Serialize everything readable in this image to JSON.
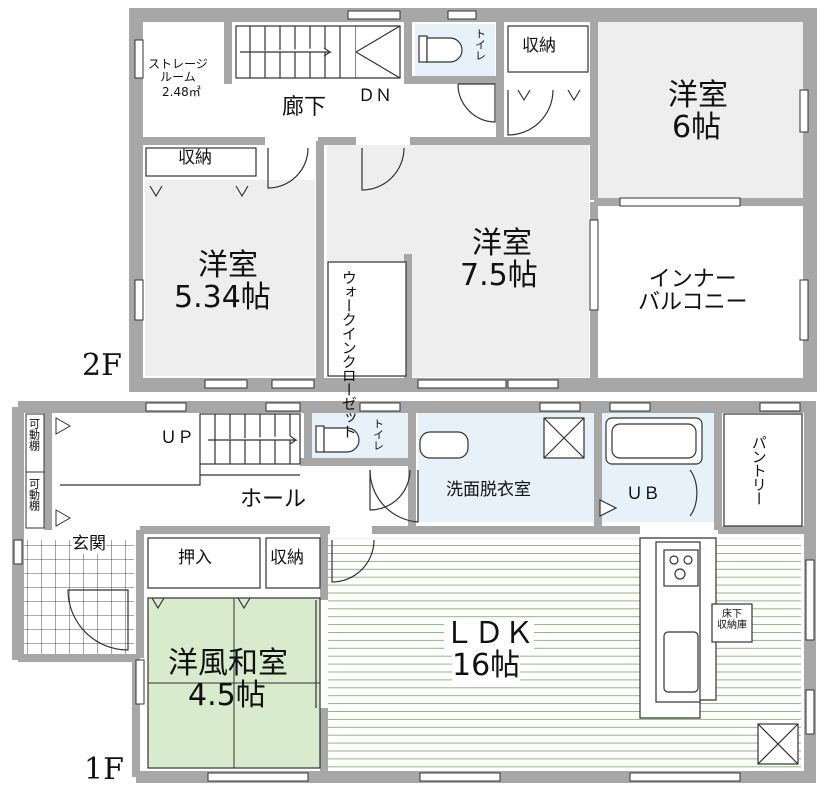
{
  "floors": {
    "f2": {
      "label": "2F",
      "rooms": {
        "storage": {
          "name": "ストレージ\nルーム",
          "size": "2.48㎡"
        },
        "hallway": {
          "name": "廊下"
        },
        "stairs_down": {
          "name": "ＤＮ"
        },
        "toilet": {
          "name": "トイレ"
        },
        "closet_top": {
          "name": "収納"
        },
        "western_6": {
          "name": "洋室",
          "size": "6帖"
        },
        "closet_left": {
          "name": "収納"
        },
        "western_534": {
          "name": "洋室",
          "size": "5.34帖"
        },
        "western_75": {
          "name": "洋室",
          "size": "7.5帖"
        },
        "walk_in_closet": {
          "name": "ウォークインクローゼット"
        },
        "inner_balcony": {
          "name": "インナー\nバルコニー"
        }
      }
    },
    "f1": {
      "label": "1F",
      "rooms": {
        "movable_shelf_1": {
          "name": "可動棚"
        },
        "movable_shelf_2": {
          "name": "可動棚"
        },
        "stairs_up": {
          "name": "ＵＰ"
        },
        "toilet": {
          "name": "トイレ"
        },
        "washroom": {
          "name": "洗面脱衣室"
        },
        "bath": {
          "name": "ＵＢ"
        },
        "pantry": {
          "name": "パントリー"
        },
        "hall": {
          "name": "ホール"
        },
        "entrance": {
          "name": "玄関"
        },
        "oshiire": {
          "name": "押入"
        },
        "closet": {
          "name": "収納"
        },
        "washitsu": {
          "name": "洋風和室",
          "size": "4.5帖"
        },
        "ldk": {
          "name": "ＬＤＫ",
          "size": "16帖"
        },
        "underfloor": {
          "name": "床下\n収納庫"
        }
      }
    }
  },
  "colors": {
    "wall": "#a7a7a7",
    "floor_gray": "#eeeeee",
    "wet_blue": "#e6f1fa",
    "tatami_green": "#d8ebcc",
    "ldk_line": "#a9c79a"
  }
}
